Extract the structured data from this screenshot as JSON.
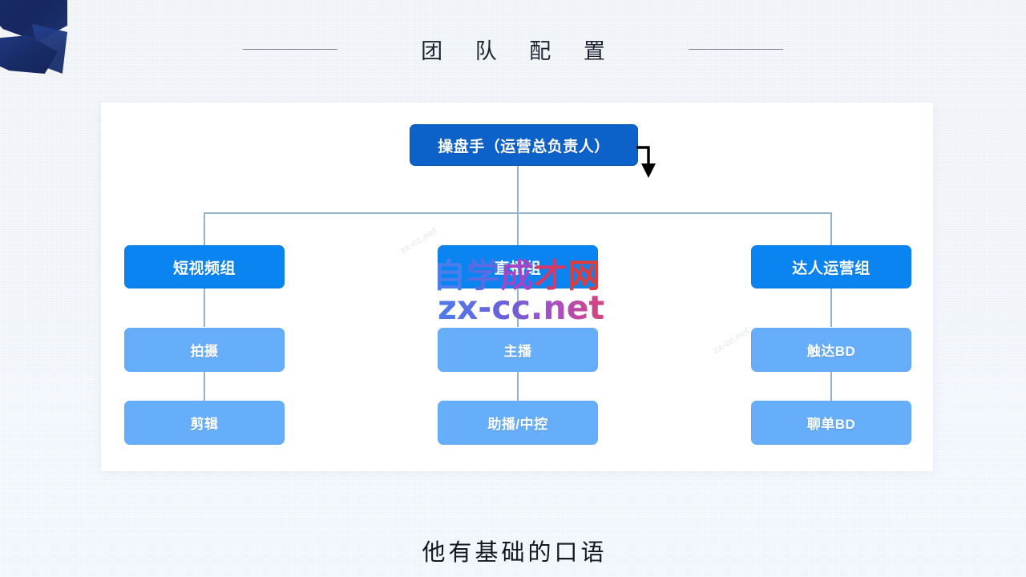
{
  "slide": {
    "title": "团 队 配 置",
    "subtitle": "他有基础的口语",
    "background_color": "#eef2f7",
    "card_color": "#ffffff"
  },
  "colors": {
    "root_node": "#0d62c9",
    "group_node": "#0a84f0",
    "leaf_node": "#66aefa",
    "connector": "#93b3cc",
    "ribbon": "#1a2d6b",
    "pointer": "#000000",
    "title_text": "#1c2433"
  },
  "org_chart": {
    "root": {
      "label": "操盘手（运营总负责人）",
      "level": "root"
    },
    "branches": [
      {
        "group": {
          "label": "短视频组",
          "level": "group"
        },
        "children": [
          {
            "label": "拍摄",
            "level": "leaf"
          },
          {
            "label": "剪辑",
            "level": "leaf"
          }
        ]
      },
      {
        "group": {
          "label": "直播组",
          "level": "group"
        },
        "children": [
          {
            "label": "主播",
            "level": "leaf"
          },
          {
            "label": "助播/中控",
            "level": "leaf"
          }
        ]
      },
      {
        "group": {
          "label": "达人运营组",
          "level": "group"
        },
        "children": [
          {
            "label": "触达BD",
            "level": "leaf"
          },
          {
            "label": "聊单BD",
            "level": "leaf"
          }
        ]
      }
    ]
  },
  "annotation": {
    "pointer_icon": "down-arrow-pointer"
  },
  "watermark": {
    "brand_chars": [
      "自",
      "学",
      "成",
      "才",
      "网"
    ],
    "url": "zx-cc.net",
    "ghost_text": "zx-cc.net"
  }
}
